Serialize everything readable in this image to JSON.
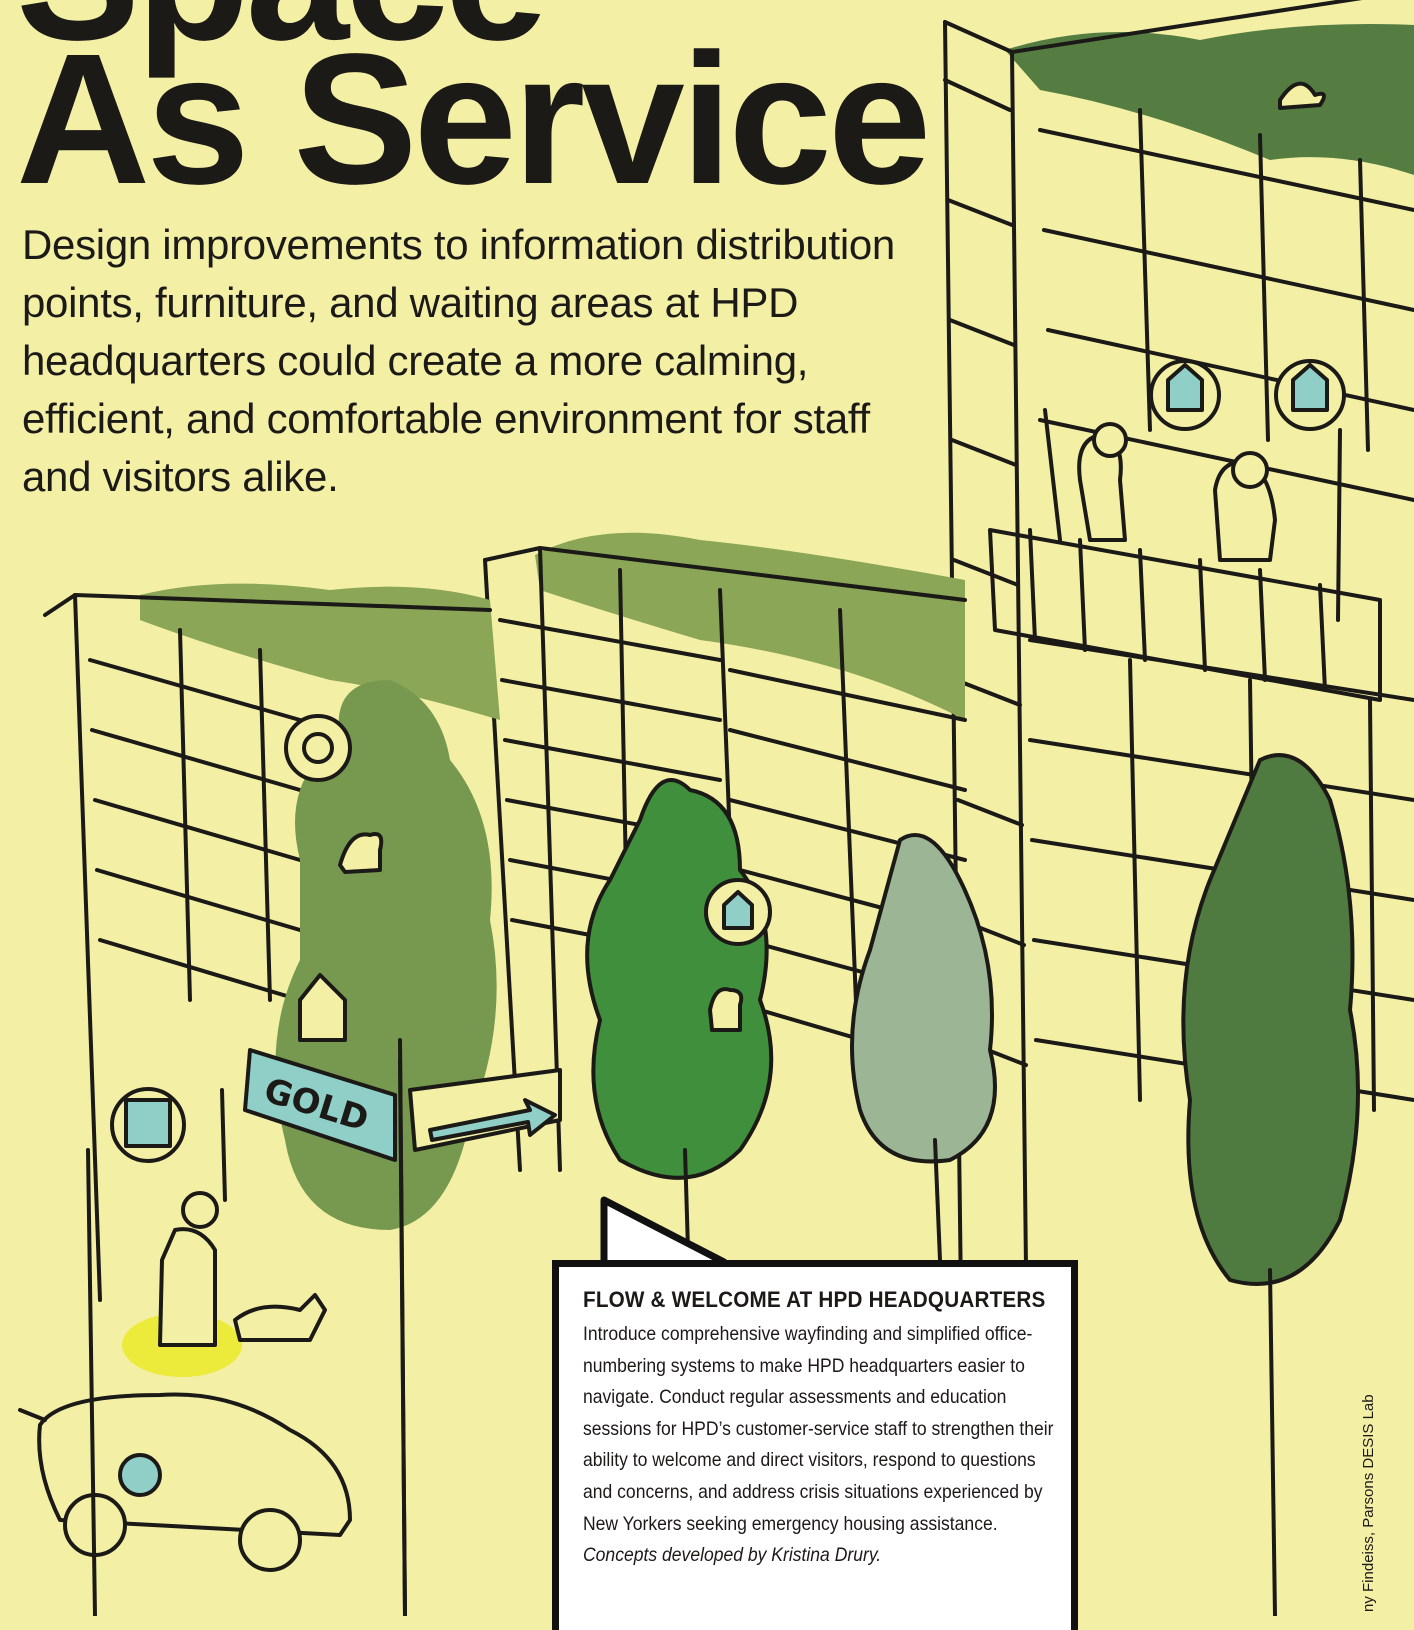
{
  "title": {
    "line1": "Space",
    "line2": "As Service"
  },
  "lede": "Design improvements to information distribution points, furniture, and waiting areas at HPD headquarters could create a more calming, efficient, and comfortable environment for staff and visitors alike.",
  "callout": {
    "heading": "FLOW & WELCOME AT HPD HEADQUARTERS",
    "body": "Introduce comprehensive wayfinding and simplified office-numbering systems to make HPD headquarters easier to navigate. Conduct regular assessments and education sessions for HPD’s customer-service staff to strengthen their ability to welcome and direct visitors, respond to questions and concerns, and address crisis situations experienced by New Yorkers seeking emergency housing assistance.",
    "credit_note": "Concepts developed by Kristina Drury."
  },
  "sign_label": "GOLD",
  "image_credit": "ny Findeiss, Parsons DESIS Lab",
  "colors": {
    "background": "#f3f0a6",
    "ink": "#1c1a17",
    "tree_dark": "#4f7a40",
    "tree_mid": "#6f9a52",
    "tree_bright": "#3f8f3c",
    "tree_pale": "#9bb595",
    "roof_green": "#8aa656",
    "accent_blue": "#8fcfc7",
    "highlight_yellow": "#ecea3a"
  },
  "icons": [
    "house-bubble-icon",
    "clock-bubble-icon",
    "calendar-bubble-icon",
    "bird-icon",
    "arrow-sign-icon",
    "street-sign-icon",
    "car-icon",
    "dog-icon"
  ]
}
